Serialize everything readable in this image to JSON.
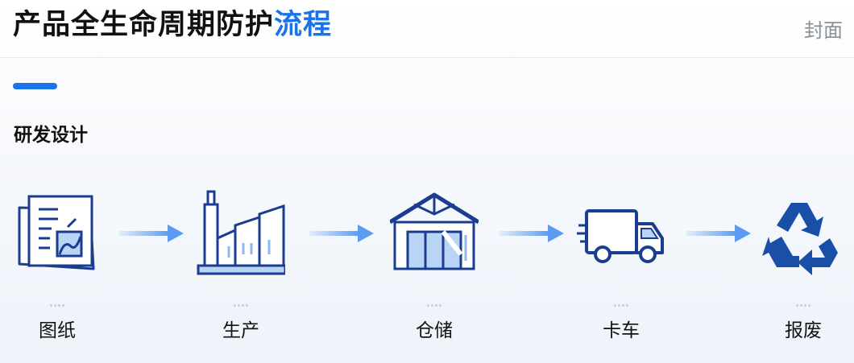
{
  "header": {
    "title_main": "产品全生命周期防护",
    "title_accent": "流程",
    "cover_label": "封面"
  },
  "section": {
    "title": "研发设计"
  },
  "colors": {
    "accent": "#1a73e8",
    "icon_stroke": "#1b3d8f",
    "icon_fill": "#b9d4f5",
    "arrow": "#5b9bf0"
  },
  "steps": [
    {
      "label": "图纸",
      "icon": "drawing-icon"
    },
    {
      "label": "生产",
      "icon": "factory-icon"
    },
    {
      "label": "仓储",
      "icon": "warehouse-icon"
    },
    {
      "label": "卡车",
      "icon": "truck-icon"
    },
    {
      "label": "报废",
      "icon": "recycle-icon"
    }
  ]
}
